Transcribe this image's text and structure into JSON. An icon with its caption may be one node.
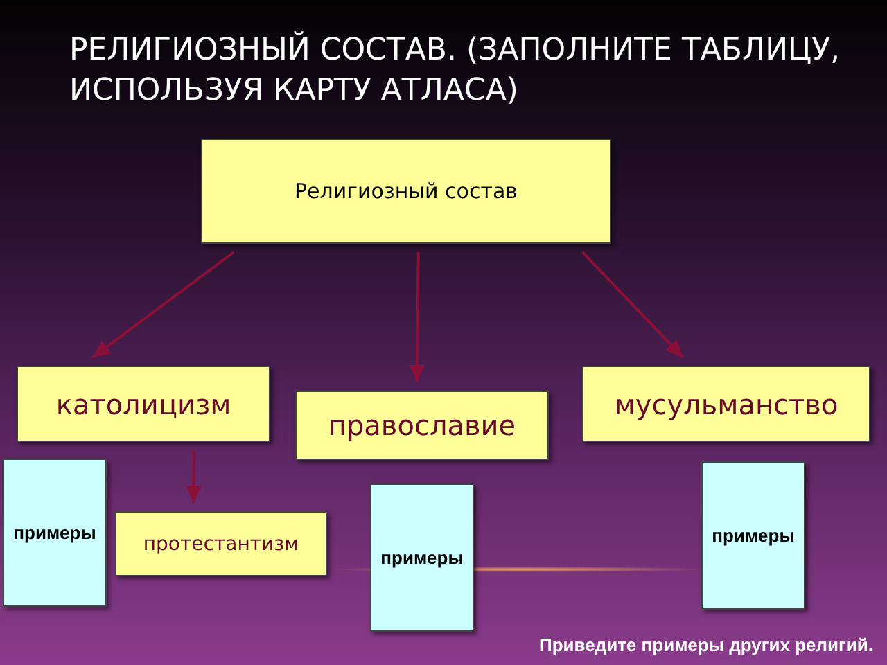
{
  "diagram": {
    "title": "РЕЛИГИОЗНЫЙ СОСТАВ. (ЗАПОЛНИТЕ ТАБЛИЦУ, ИСПОЛЬЗУЯ КАРТУ АТЛАСА)",
    "nodes": [
      {
        "text": [
          "Религиозный состав"
        ]
      },
      {
        "text": [
          "католицизм"
        ]
      },
      {
        "text": [
          "православие"
        ]
      },
      {
        "text": [
          "мусульманство"
        ]
      },
      {
        "text": [
          "примеры"
        ]
      },
      {
        "text": [
          "протестантизм"
        ]
      },
      {
        "text": [
          "примеры"
        ]
      },
      {
        "text": [
          "примеры"
        ]
      }
    ],
    "edges": [
      {
        "from": 0,
        "to": 1,
        "arrow": "to"
      },
      {
        "from": 0,
        "to": 2,
        "arrow": "to"
      },
      {
        "from": 0,
        "to": 3,
        "arrow": "to"
      },
      {
        "from": 1,
        "to": 5,
        "arrow": "to"
      }
    ],
    "labels": [
      "Приведите примеры других религий."
    ]
  }
}
